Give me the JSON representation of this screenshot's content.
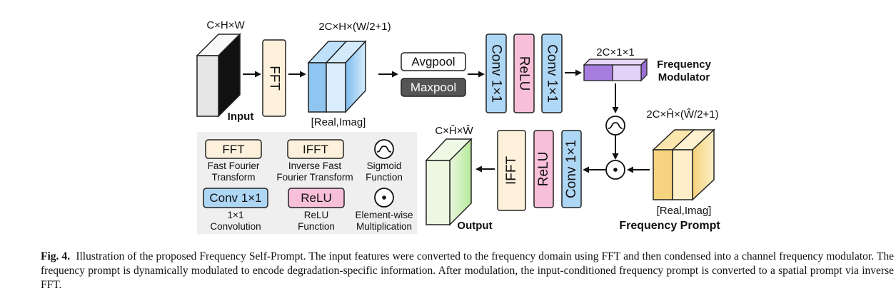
{
  "blocks": {
    "input_dim": "C×H×W",
    "input_label": "Input",
    "fft_label": "FFT",
    "freq_dim": "2C×H×(W/2+1)",
    "real_imag": "[Real,Imag]",
    "avgpool": "Avgpool",
    "maxpool": "Maxpool",
    "conv1": "Conv 1×1",
    "relu1": "ReLU",
    "conv2": "Conv 1×1",
    "mod_dim": "2C×1×1",
    "mod_label_1": "Frequency",
    "mod_label_2": "Modulator",
    "prompt_dim": "2C×Ĥ×(Ŵ/2+1)",
    "prompt_real_imag": "[Real,Imag]",
    "prompt_label": "Frequency Prompt",
    "conv3": "Conv 1×1",
    "relu2": "ReLU",
    "ifft_label": "IFFT",
    "output_dim": "C×Ĥ×Ŵ",
    "output_label": "Output"
  },
  "legend": {
    "fft_box": "FFT",
    "fft_desc_1": "Fast Fourier",
    "fft_desc_2": "Transform",
    "ifft_box": "IFFT",
    "ifft_desc_1": "Inverse Fast",
    "ifft_desc_2": "Fourier Transform",
    "sigmoid_desc_1": "Sigmoid",
    "sigmoid_desc_2": "Function",
    "conv_box": "Conv 1×1",
    "conv_desc_1": "1×1",
    "conv_desc_2": "Convolution",
    "relu_box": "ReLU",
    "relu_desc_1": "ReLU",
    "relu_desc_2": "Function",
    "mult_desc_1": "Element-wise",
    "mult_desc_2": "Multiplication"
  },
  "caption": {
    "label": "Fig. 4.",
    "text": "Illustration of the proposed Frequency Self-Prompt. The input features were converted to the frequency domain using FFT and then condensed into a channel frequency modulator. The frequency prompt is dynamically modulated to encode degradation-specific information. After modulation, the input-conditioned frequency prompt is converted to a spatial prompt via inverse FFT."
  },
  "colors": {
    "fft_fill": "#fdf1dc",
    "conv_fill": "#aed6f5",
    "relu_fill": "#f8bfd9",
    "input_cube": "#e9e9e9",
    "freq_cube": "#a9d5f7",
    "modulator": "#c8a4f0",
    "prompt_cube": "#f7dc93",
    "output_cube": "#c9efb0",
    "legend_bg": "#efefef",
    "maxpool_fill": "#555555"
  }
}
